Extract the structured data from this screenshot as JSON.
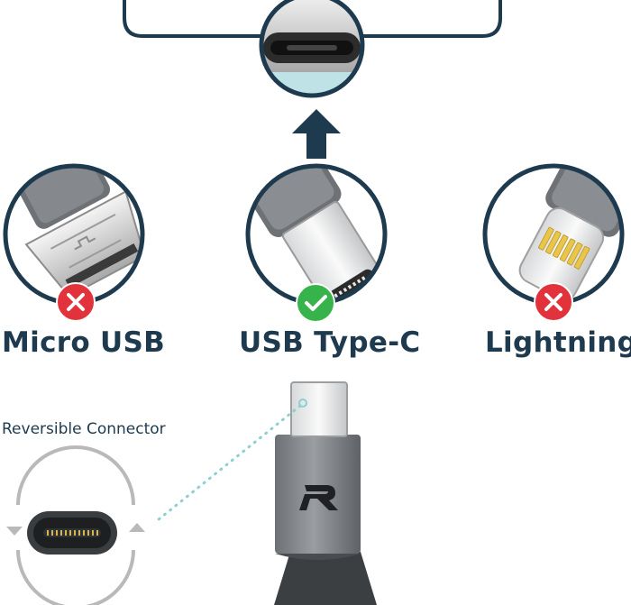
{
  "connectors": [
    {
      "name": "Micro USB",
      "compatible": false
    },
    {
      "name": "USB Type-C",
      "compatible": true
    },
    {
      "name": "Lightning",
      "compatible": false
    }
  ],
  "feature_label": "Reversible Connector",
  "colors": {
    "navy": "#1e3a4f",
    "reject": "#e2323c",
    "accept": "#36b34a",
    "cable_body": "#8a8d92",
    "dotted_line": "#8ecfd0"
  }
}
